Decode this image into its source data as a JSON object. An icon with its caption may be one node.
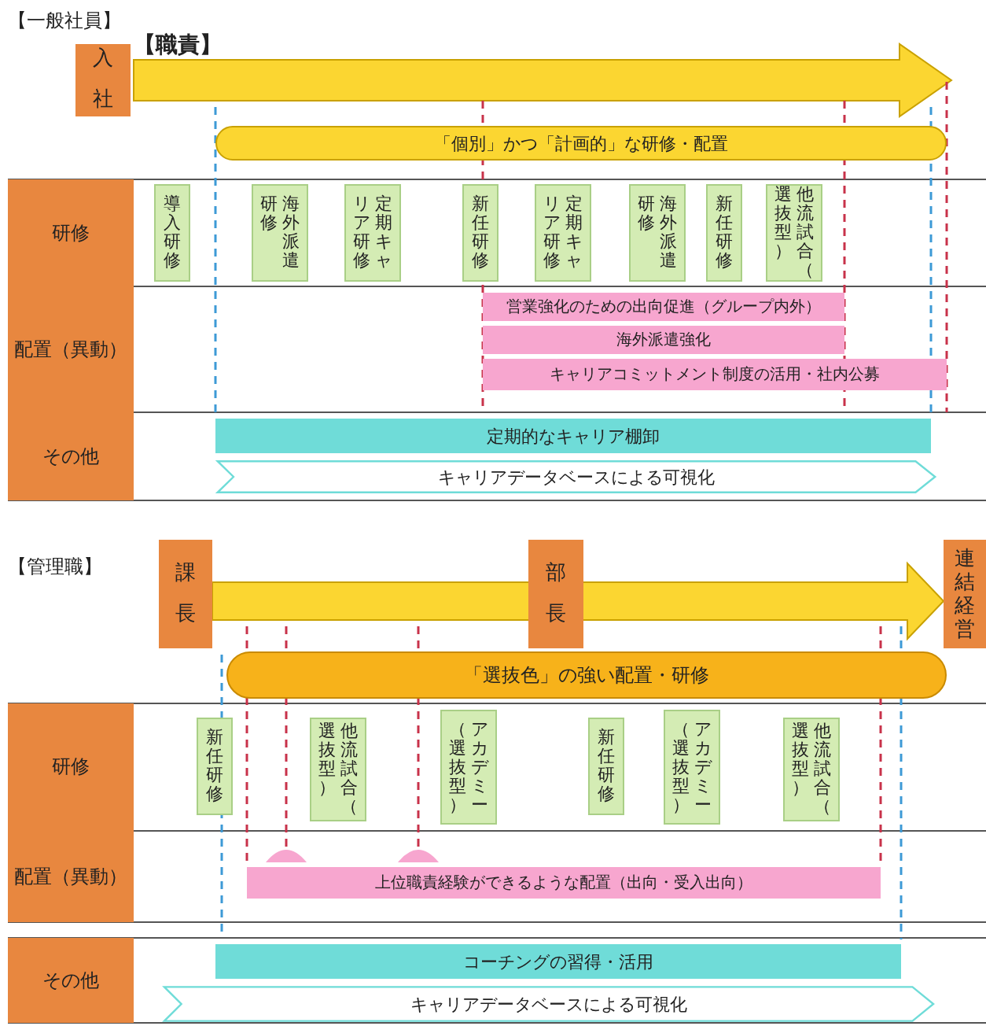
{
  "diagram": {
    "nodes": [
      {
        "text": [
          "入社"
        ]
      },
      {
        "text": [
          "「個別」かつ「計画的」な研修・配置"
        ]
      },
      {
        "text": [
          "研修"
        ]
      },
      {
        "text": [
          "導入研修"
        ]
      },
      {
        "text": [
          "海外派遣研修"
        ]
      },
      {
        "text": [
          "定期キャリア研修"
        ]
      },
      {
        "text": [
          "新任研修"
        ]
      },
      {
        "text": [
          "定期キャリア研修"
        ]
      },
      {
        "text": [
          "海外派遣研修"
        ]
      },
      {
        "text": [
          "新任研修"
        ]
      },
      {
        "text": [
          "他流試合（選抜型）"
        ]
      },
      {
        "text": [
          "配置（異動）"
        ]
      },
      {
        "text": [
          "営業強化のための出向促進（グループ内外）"
        ]
      },
      {
        "text": [
          "海外派遣強化"
        ]
      },
      {
        "text": [
          "キャリアコミットメント制度の活用・社内公募"
        ]
      },
      {
        "text": [
          "その他"
        ]
      },
      {
        "text": [
          "定期的なキャリア棚卸"
        ]
      },
      {
        "text": [
          "キャリアデータベースによる可視化"
        ]
      },
      {
        "text": [
          "課長"
        ]
      },
      {
        "text": [
          "部長"
        ]
      },
      {
        "text": [
          "連結経営"
        ]
      },
      {
        "text": [
          "「選抜色」の強い配置・研修"
        ]
      },
      {
        "text": [
          "研修"
        ]
      },
      {
        "text": [
          "新任研修"
        ]
      },
      {
        "text": [
          "他流試合（選抜型）"
        ]
      },
      {
        "text": [
          "アカデミー（選抜型）"
        ]
      },
      {
        "text": [
          "新任研修"
        ]
      },
      {
        "text": [
          "アカデミー（選抜型）"
        ]
      },
      {
        "text": [
          "他流試合（選抜型）"
        ]
      },
      {
        "text": [
          "配置（異動）"
        ]
      },
      {
        "text": [
          "上位職責経験ができるような配置（出向・受入出向）"
        ]
      },
      {
        "text": [
          "その他"
        ]
      },
      {
        "text": [
          "コーチングの習得・活用"
        ]
      },
      {
        "text": [
          "キャリアデータベースによる可視化"
        ]
      }
    ],
    "edges": [],
    "labels": [
      "【一般社員】",
      "【職責】",
      "【管理職】"
    ]
  }
}
